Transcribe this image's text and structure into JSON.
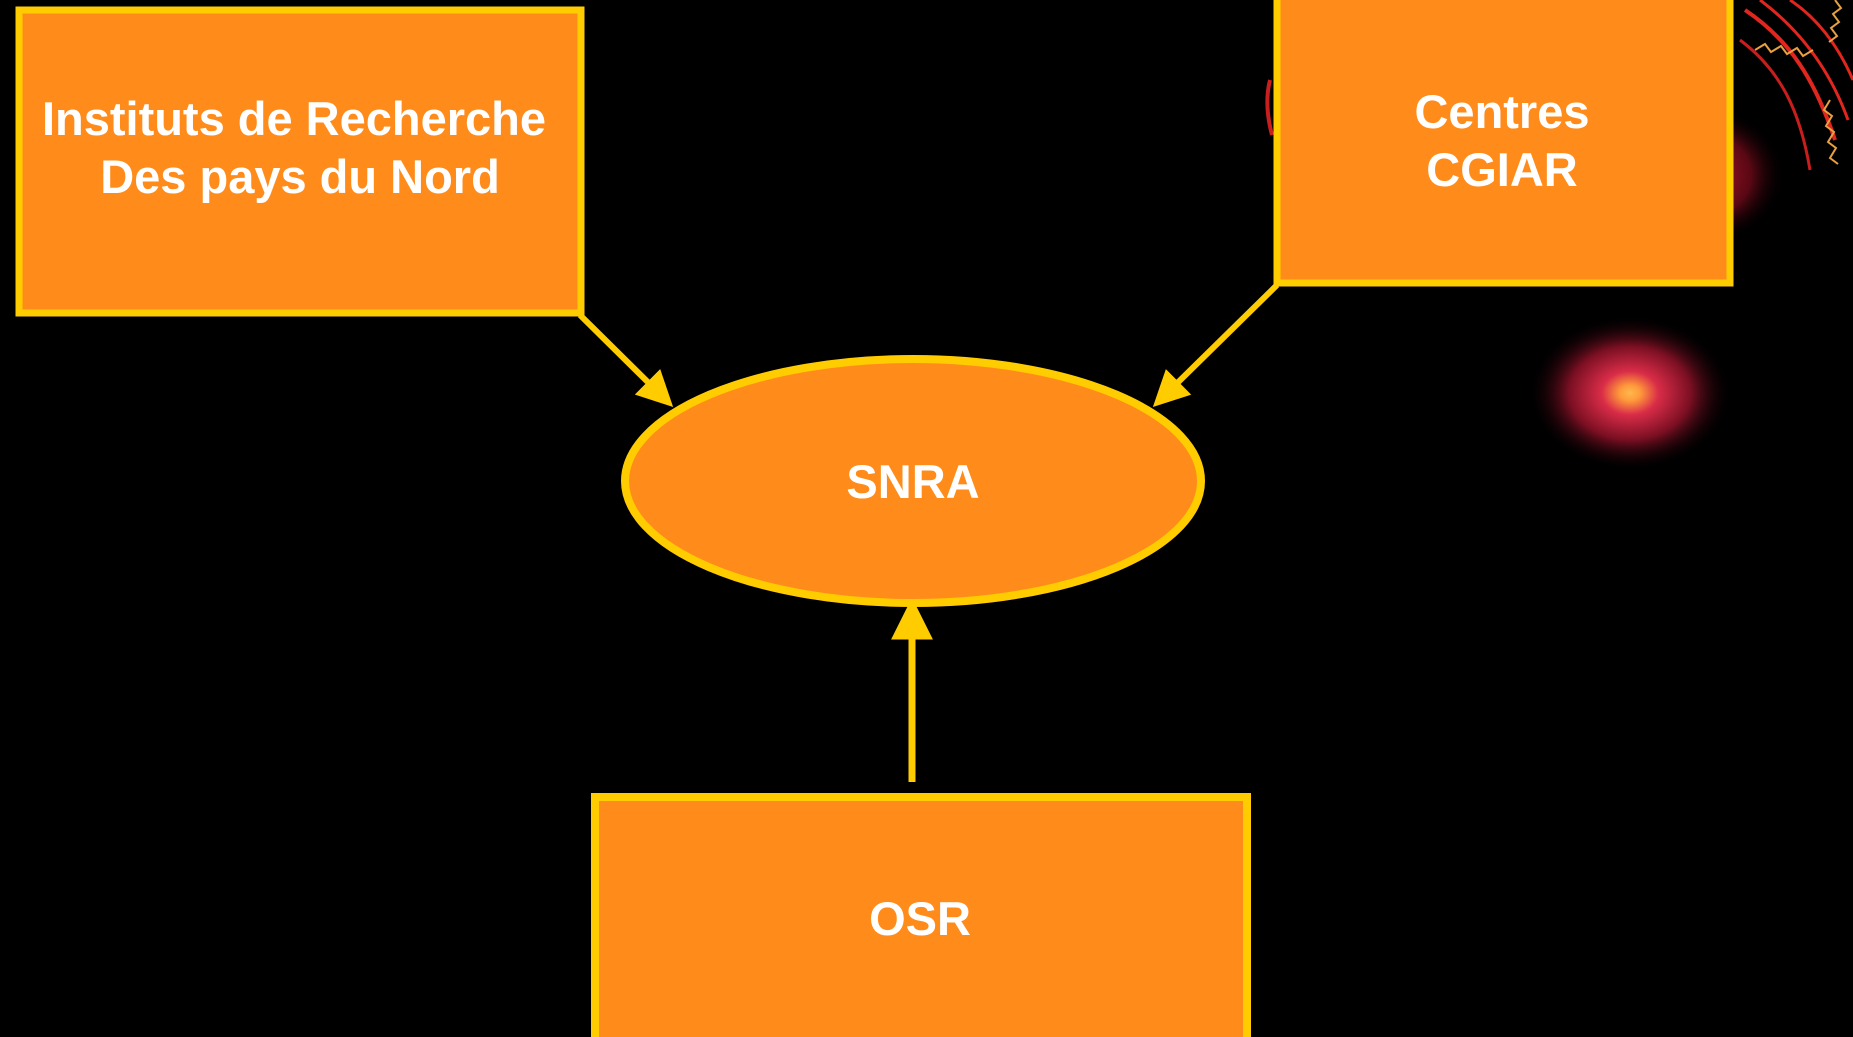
{
  "diagram": {
    "nodes": {
      "instituts": {
        "line1": "Instituts de Recherche",
        "line2": "Des pays du Nord"
      },
      "cgiar": {
        "line1": "Centres",
        "line2": "CGIAR"
      },
      "snra": {
        "label": "SNRA"
      },
      "osr": {
        "label": "OSR"
      }
    },
    "edges": [
      {
        "from": "Instituts de Recherche Des pays du Nord",
        "to": "SNRA"
      },
      {
        "from": "Centres CGIAR",
        "to": "SNRA"
      },
      {
        "from": "OSR",
        "to": "SNRA"
      }
    ]
  },
  "colors": {
    "background": "#000000",
    "node_fill": "#FF8C1A",
    "node_border": "#FFCC00",
    "arrow": "#FFCC00",
    "text": "#FFFFFF"
  },
  "decorations": {
    "glow_orb": "red-orange radial glow",
    "swirl": "red curved lines ornament"
  }
}
